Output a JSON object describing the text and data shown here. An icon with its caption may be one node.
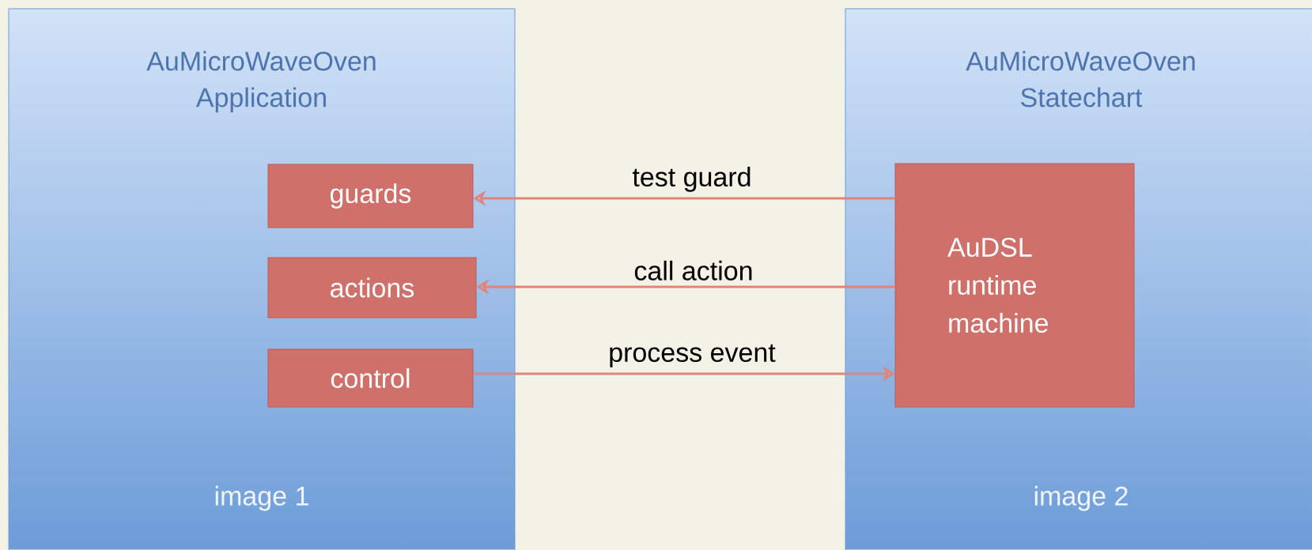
{
  "diagram": {
    "nodes": [
      {
        "text": [
          "AuMicroWaveOven Application",
          "image 1"
        ]
      },
      {
        "text": [
          "guards"
        ],
        "in": 0
      },
      {
        "text": [
          "actions"
        ],
        "in": 0
      },
      {
        "text": [
          "control"
        ],
        "in": 0
      },
      {
        "text": [
          "AuMicroWaveOven Statechart",
          "image 2"
        ]
      },
      {
        "text": [
          "AuDSL runtime machine"
        ],
        "in": 4
      }
    ],
    "edges": [
      {
        "from": 5,
        "to": 1,
        "arrow": "to",
        "label": "test guard"
      },
      {
        "from": 5,
        "to": 2,
        "arrow": "to",
        "label": "call action"
      },
      {
        "from": 3,
        "to": 5,
        "arrow": "to",
        "label": "process event"
      }
    ]
  }
}
